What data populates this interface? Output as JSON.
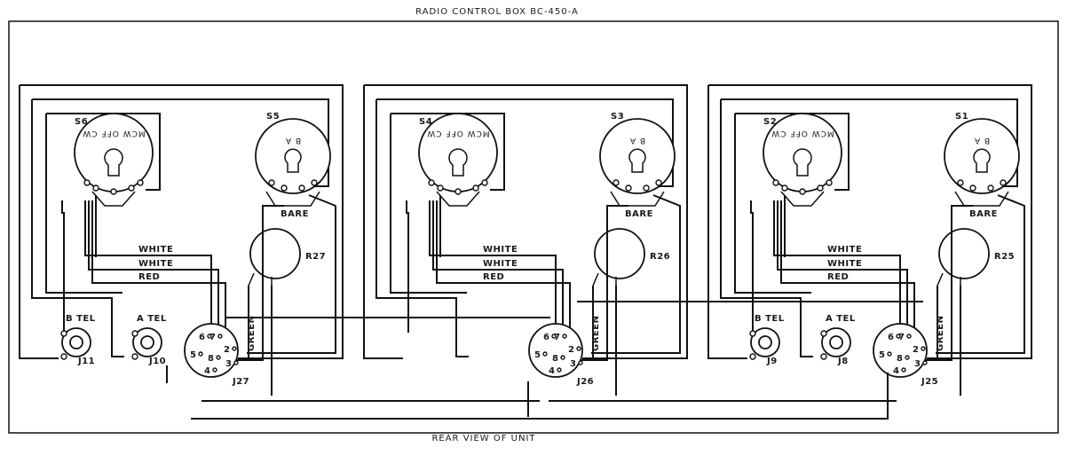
{
  "title": "RADIO CONTROL BOX BC-450-A",
  "caption": "REAR VIEW OF UNIT",
  "units": [
    {
      "left_switch": {
        "label": "S6",
        "text": "MCW OFF CW"
      },
      "right_switch": {
        "label": "S5",
        "text": "B A"
      },
      "bare": "BARE",
      "pot": "R27",
      "wires": [
        "WHITE",
        "WHITE",
        "RED"
      ],
      "green": "GREEN",
      "socket": {
        "label": "J27",
        "pins": [
          "6",
          "7",
          "5",
          "8",
          "2",
          "3",
          "4"
        ]
      },
      "jacks": [
        {
          "label": "B TEL",
          "ref": "J11"
        },
        {
          "label": "A TEL",
          "ref": "J10"
        }
      ]
    },
    {
      "left_switch": {
        "label": "S4",
        "text": "MCW OFF CW"
      },
      "right_switch": {
        "label": "S3",
        "text": "B A"
      },
      "bare": "BARE",
      "pot": "R26",
      "wires": [
        "WHITE",
        "WHITE",
        "RED"
      ],
      "green": "GREEN",
      "socket": {
        "label": "J26",
        "pins": [
          "6",
          "7",
          "5",
          "8",
          "2",
          "3",
          "4"
        ]
      },
      "jacks": []
    },
    {
      "left_switch": {
        "label": "S2",
        "text": "MCW OFF CW"
      },
      "right_switch": {
        "label": "S1",
        "text": "B A"
      },
      "bare": "BARE",
      "pot": "R25",
      "wires": [
        "WHITE",
        "WHITE",
        "RED"
      ],
      "green": "GREEN",
      "socket": {
        "label": "J25",
        "pins": [
          "6",
          "7",
          "5",
          "8",
          "2",
          "3",
          "4"
        ]
      },
      "jacks": [
        {
          "label": "B TEL",
          "ref": "J9"
        },
        {
          "label": "A TEL",
          "ref": "J8"
        }
      ]
    }
  ]
}
